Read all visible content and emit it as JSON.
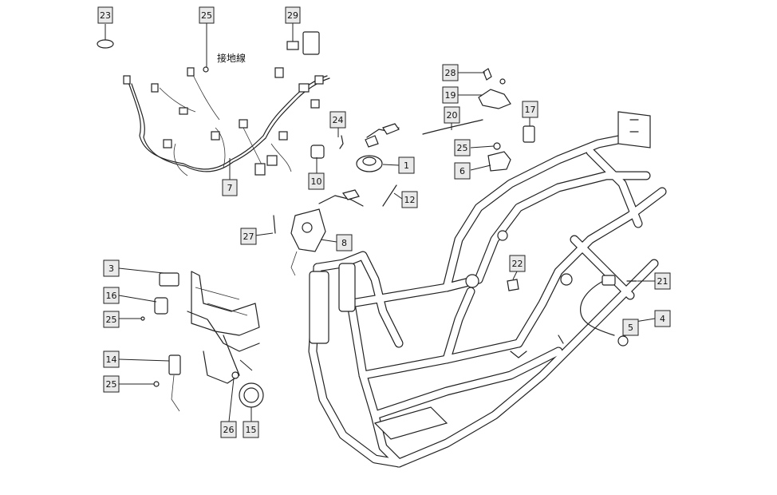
{
  "annotation": "接地線",
  "callouts": [
    {
      "id": "c23",
      "label": "23"
    },
    {
      "id": "c25a",
      "label": "25"
    },
    {
      "id": "c29",
      "label": "29"
    },
    {
      "id": "c7",
      "label": "7"
    },
    {
      "id": "c28",
      "label": "28"
    },
    {
      "id": "c19",
      "label": "19"
    },
    {
      "id": "c20",
      "label": "20"
    },
    {
      "id": "c17",
      "label": "17"
    },
    {
      "id": "c24",
      "label": "24"
    },
    {
      "id": "c25b",
      "label": "25"
    },
    {
      "id": "c6",
      "label": "6"
    },
    {
      "id": "c1",
      "label": "1"
    },
    {
      "id": "c10",
      "label": "10"
    },
    {
      "id": "c12",
      "label": "12"
    },
    {
      "id": "c27",
      "label": "27"
    },
    {
      "id": "c8",
      "label": "8"
    },
    {
      "id": "c3",
      "label": "3"
    },
    {
      "id": "c16",
      "label": "16"
    },
    {
      "id": "c25c",
      "label": "25"
    },
    {
      "id": "c22",
      "label": "22"
    },
    {
      "id": "c21",
      "label": "21"
    },
    {
      "id": "c4",
      "label": "4"
    },
    {
      "id": "c5",
      "label": "5"
    },
    {
      "id": "c14",
      "label": "14"
    },
    {
      "id": "c25d",
      "label": "25"
    },
    {
      "id": "c26",
      "label": "26"
    },
    {
      "id": "c15",
      "label": "15"
    }
  ]
}
